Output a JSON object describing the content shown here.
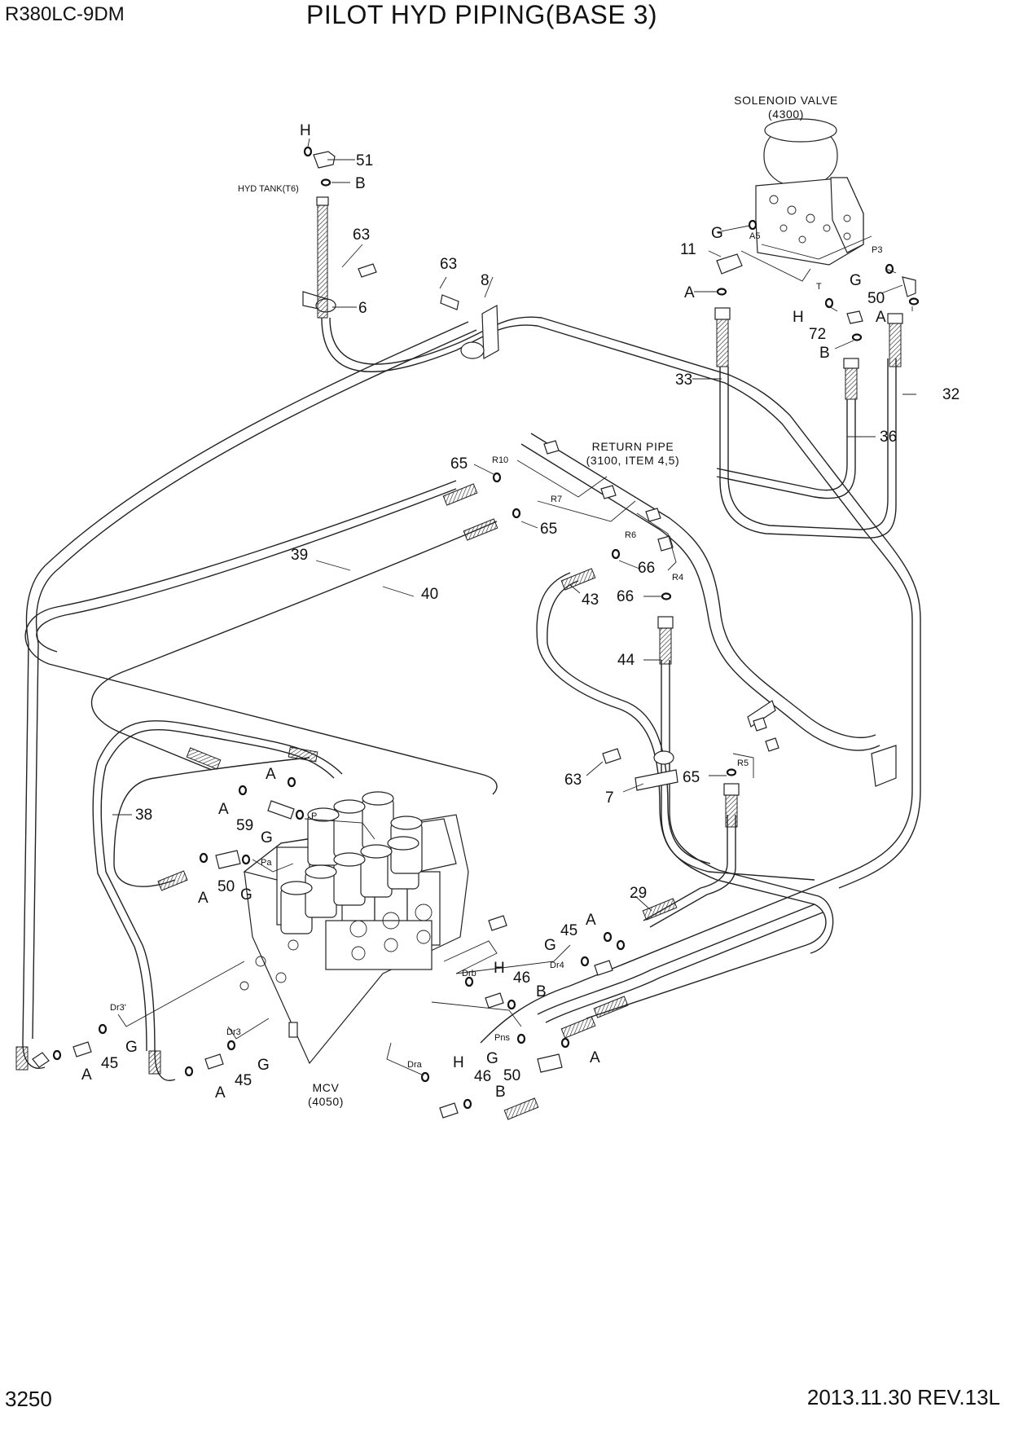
{
  "header": {
    "model": "R380LC-9DM",
    "title": "PILOT HYD PIPING(BASE 3)"
  },
  "footer": {
    "page_number": "3250",
    "revision": "2013.11.30  REV.13L"
  },
  "components": {
    "solenoid_valve": {
      "name": "SOLENOID VALVE",
      "ref": "(4300)"
    },
    "hyd_tank": {
      "name": "HYD TANK(T6)"
    },
    "return_pipe": {
      "name": "RETURN PIPE",
      "ref": "(3100, ITEM 4,5)"
    },
    "mcv": {
      "name": "MCV",
      "ref": "(4050)"
    }
  },
  "part_callouts": {
    "p51": "51",
    "pB_tank": "B",
    "pH_tank": "H",
    "p63_top": "63",
    "p6": "6",
    "p63_mid": "63",
    "p8": "8",
    "p11": "11",
    "pG_sv": "G",
    "pA_sv": "A",
    "pG_p3": "G",
    "p50_sv": "50",
    "pA_sv2": "A",
    "pH_t": "H",
    "p72": "72",
    "pB_t": "B",
    "p33": "33",
    "p32": "32",
    "p36": "36",
    "p65_r10": "65",
    "p65_r7": "65",
    "p39": "39",
    "p40": "40",
    "p66_r6": "66",
    "p66_r4": "66",
    "p43": "43",
    "p44": "44",
    "p63_low": "63",
    "p7": "7",
    "p65_r5": "65",
    "pA_p": "A",
    "pA_p2": "A",
    "p59": "59",
    "pG_p": "G",
    "p38": "38",
    "pA_pa": "A",
    "p50_pa": "50",
    "pG_pa": "G",
    "p29": "29",
    "pA_dr4": "A",
    "p45_dr4": "45",
    "pG_dr4": "G",
    "pH_drb": "H",
    "p46_drb": "46",
    "pB_drb": "B",
    "pG_pns": "G",
    "p50_pns": "50",
    "pA_pns": "A",
    "pH_dra": "H",
    "p46_dra": "46",
    "pB_dra": "B",
    "pG_dr3p": "G",
    "p45_dr3p": "45",
    "pA_dr3p": "A",
    "pG_dr3": "G",
    "p45_dr3": "45",
    "pA_dr3": "A"
  },
  "port_labels": {
    "A5": "A5",
    "P3": "P3",
    "T": "T",
    "R10": "R10",
    "R7": "R7",
    "R6": "R6",
    "R4": "R4",
    "R5": "R5",
    "P": "P",
    "Pa": "Pa",
    "Drb": "Drb",
    "Dr4": "Dr4",
    "Pns": "Pns",
    "Dra": "Dra",
    "Dr3p": "Dr3'",
    "Dr3": "Dr3"
  }
}
